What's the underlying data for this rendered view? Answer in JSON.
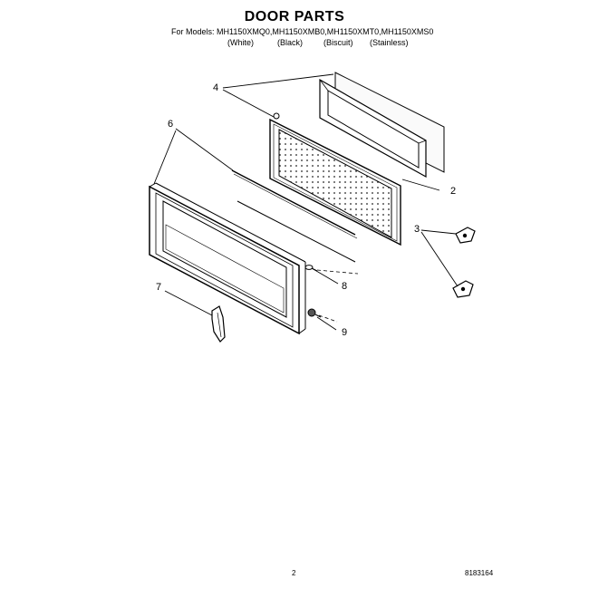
{
  "header": {
    "title": "DOOR PARTS",
    "models_line": "For Models: MH1150XMQ0,MH1150XMB0,MH1150XMT0,MH1150XMS0",
    "colors": [
      "(White)",
      "(Black)",
      "(Biscuit)",
      "(Stainless)"
    ]
  },
  "callouts": [
    "4",
    "6",
    "2",
    "3",
    "7",
    "8",
    "9"
  ],
  "footer": {
    "page_number": "2",
    "doc_number": "8183164"
  }
}
